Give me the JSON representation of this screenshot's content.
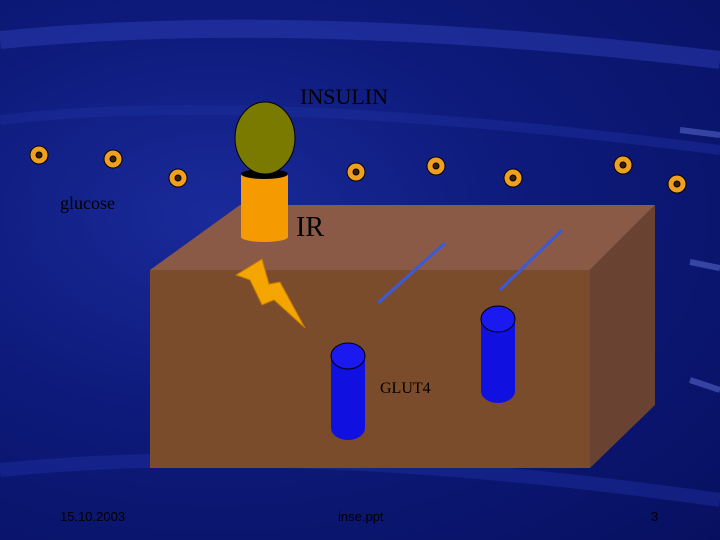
{
  "labels": {
    "insulin": "INSULIN",
    "glucose": "glucose",
    "receptor": "IR",
    "transporter": "GLUT4"
  },
  "footer": {
    "date": "15.10.2003",
    "file": "inse.ppt",
    "page": "3"
  },
  "colors": {
    "background": "#0d1a7a",
    "cell_front": "#7a4a2a",
    "cell_top": "#8a5a44",
    "cell_side": "#6a4030",
    "insulin": "#7a7a00",
    "receptor": "#f59a00",
    "glucose_ring": "#f0a020",
    "glut4": "#1010e0",
    "signal": "#f5a500",
    "vesicle_track": "#3a5ad8"
  }
}
